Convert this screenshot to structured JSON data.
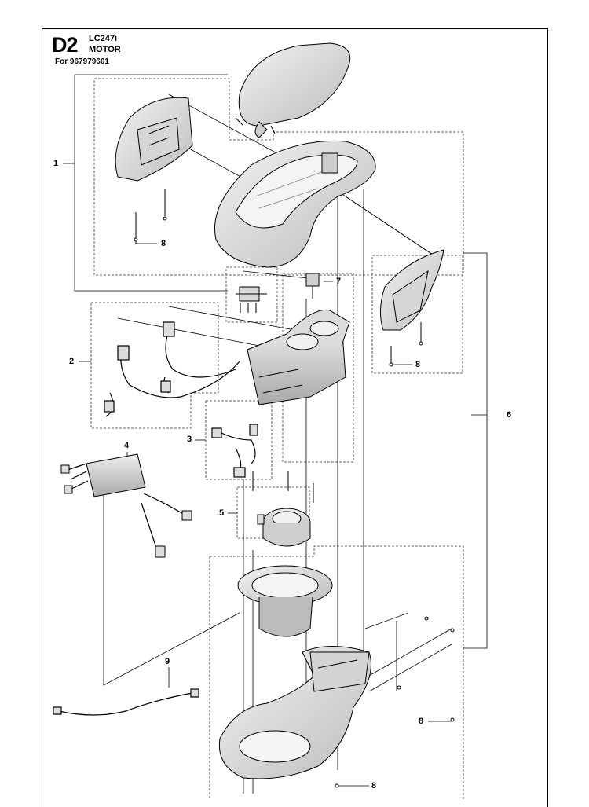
{
  "header": {
    "code": "D2",
    "model": "LC247i",
    "title": "MOTOR",
    "for_line": "For 967979601"
  },
  "callouts": {
    "c1": "1",
    "c2": "2",
    "c3": "3",
    "c4": "4",
    "c5": "5",
    "c6": "6",
    "c7": "7",
    "c8a": "8",
    "c8b": "8",
    "c8c": "8",
    "c8d": "8",
    "c9": "9"
  },
  "colors": {
    "line": "#000000",
    "part_fill": "#e6e6e6",
    "part_shade": "#bdbdbd",
    "dashed": "#333333"
  }
}
